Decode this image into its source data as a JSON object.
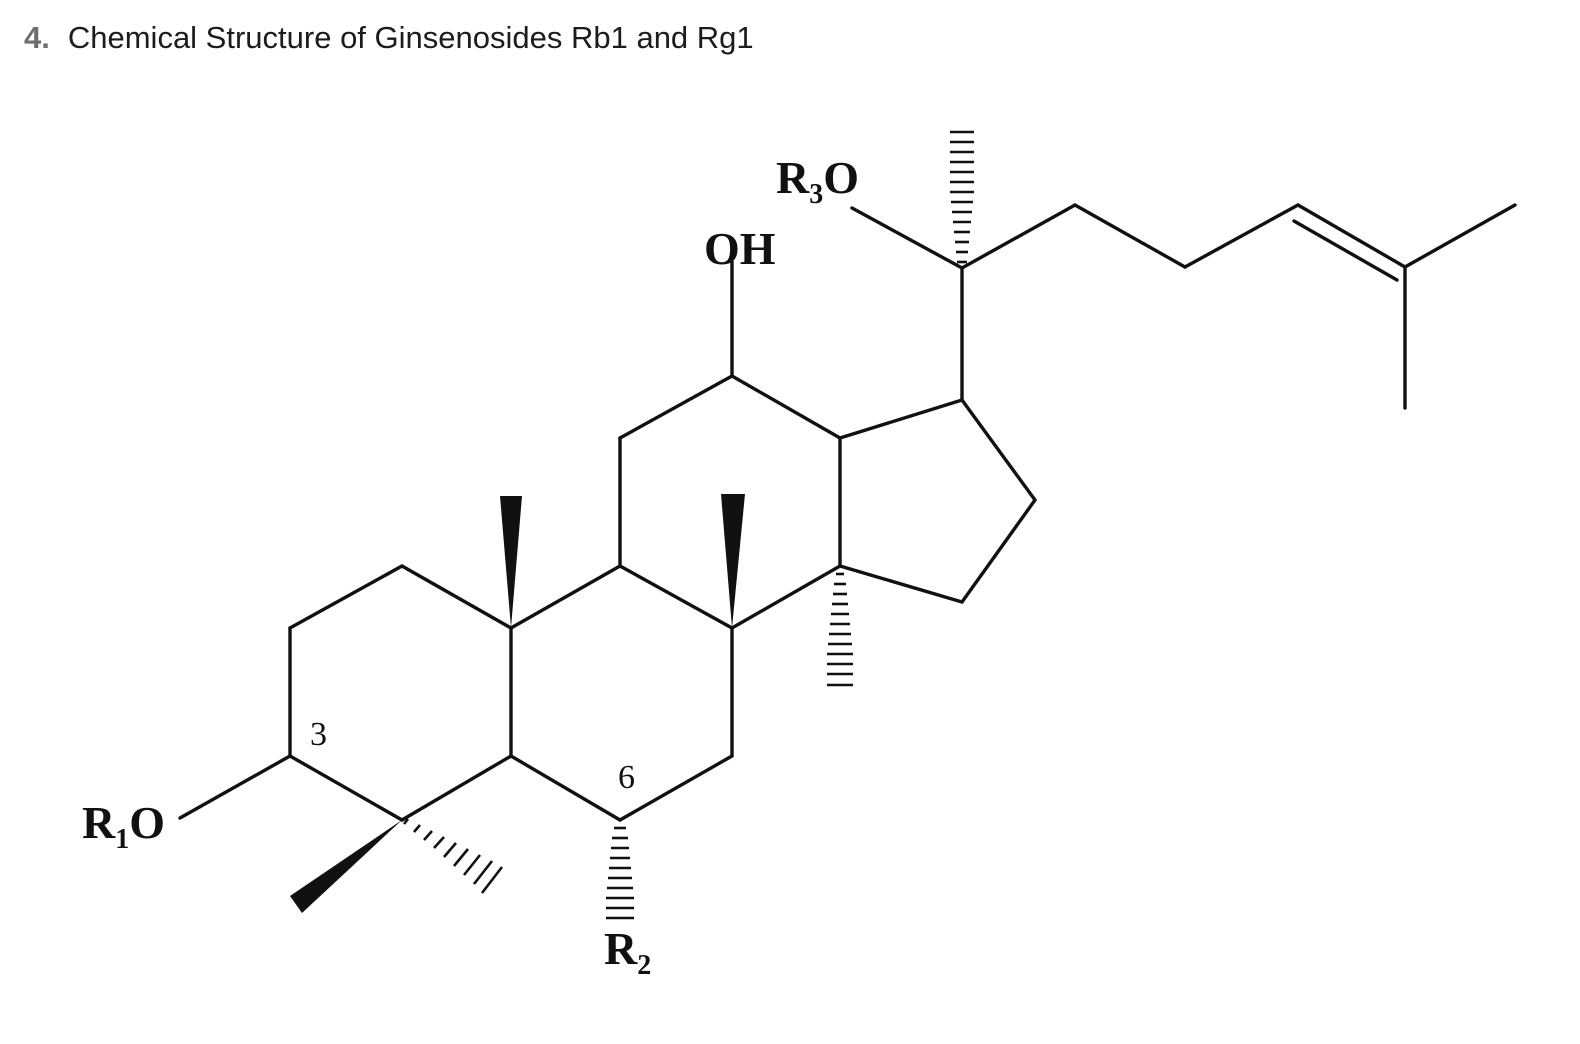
{
  "heading": {
    "number": "4.",
    "title": "Chemical Structure of Ginsenosides Rb1 and Rg1"
  },
  "structure": {
    "labels": {
      "r1o": {
        "main": "R",
        "sub": "1",
        "tail": "O"
      },
      "r2": {
        "main": "R",
        "sub": "2"
      },
      "r3o": {
        "main": "R",
        "sub": "3",
        "tail": "O"
      },
      "oh": "OH",
      "locant_3": "3",
      "locant_6": "6"
    }
  }
}
